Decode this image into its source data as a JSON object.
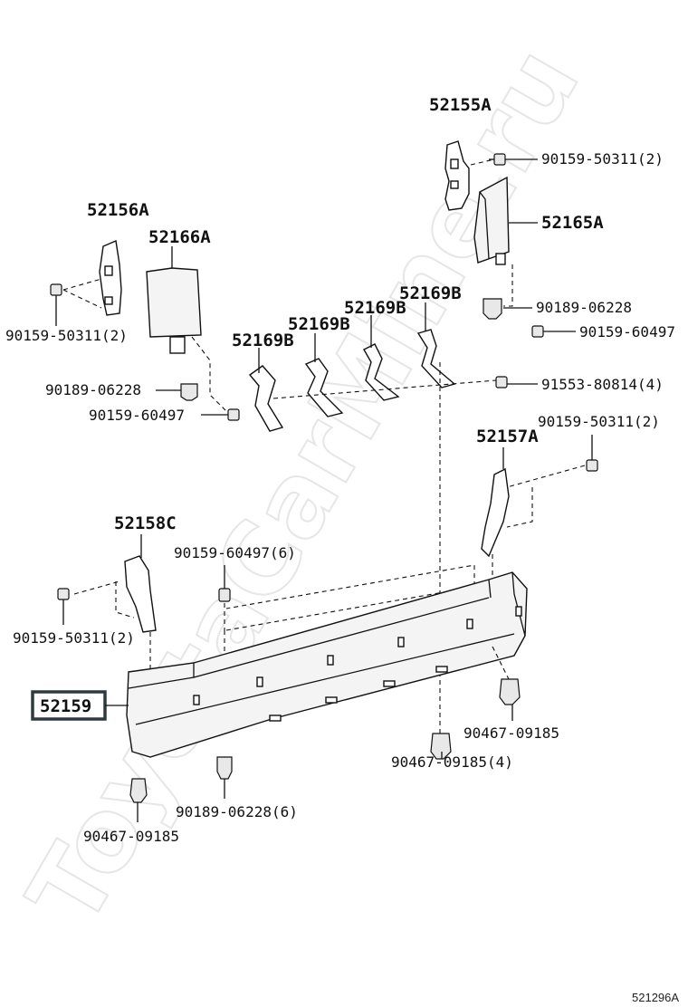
{
  "watermark": "ToyotaCarMine.ru",
  "diagram_code": "521296A",
  "highlighted_part": "52159",
  "labels": {
    "p52155A": "52155A",
    "p52156A": "52156A",
    "p52166A": "52166A",
    "p52165A": "52165A",
    "p52169B_1": "52169B",
    "p52169B_2": "52169B",
    "p52169B_3": "52169B",
    "p52169B_4": "52169B",
    "p52157A": "52157A",
    "p52158C": "52158C",
    "p52159": "52159",
    "f_top_right": "90159-50311(2)",
    "f_left_screw": "90159-50311(2)",
    "f_clip_left": "90189-06228",
    "f_screw_left": "90159-60497",
    "f_clip_right": "90189-06228",
    "f_screw_right": "90159-60497",
    "f_bolt_bracket": "91553-80814(4)",
    "f_right_mid": "90159-50311(2)",
    "f_screw_6": "90159-60497(6)",
    "f_left_lower": "90159-50311(2)",
    "f_clip_right_lower": "90467-09185",
    "f_clip_center_lower": "90467-09185(4)",
    "f_clip_6": "90189-06228(6)",
    "f_clip_left_lower": "90467-09185"
  }
}
